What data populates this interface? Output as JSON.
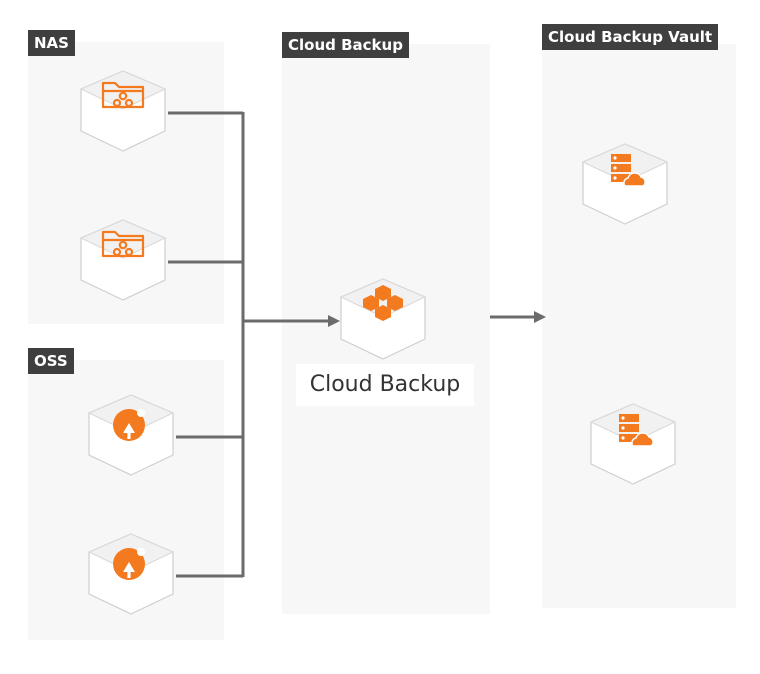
{
  "groups": {
    "nas": {
      "label": "NAS"
    },
    "oss": {
      "label": "OSS"
    },
    "cloud_backup": {
      "label": "Cloud Backup"
    },
    "vault": {
      "label": "Cloud Backup Vault"
    }
  },
  "center_node": {
    "label": "Cloud Backup"
  },
  "nodes": [
    {
      "id": "nas-1",
      "kind": "nas-folder-icon"
    },
    {
      "id": "nas-2",
      "kind": "nas-folder-icon"
    },
    {
      "id": "oss-1",
      "kind": "oss-bucket-icon"
    },
    {
      "id": "oss-2",
      "kind": "oss-bucket-icon"
    },
    {
      "id": "cloud-backup",
      "kind": "cloud-backup-blocks-icon"
    },
    {
      "id": "vault-1",
      "kind": "backup-vault-server-icon"
    },
    {
      "id": "vault-2",
      "kind": "backup-vault-server-icon"
    }
  ],
  "colors": {
    "accent": "#f47a20",
    "line": "#6b6b6b",
    "zone": "#f7f7f8",
    "tag": "#3f3f3f"
  }
}
